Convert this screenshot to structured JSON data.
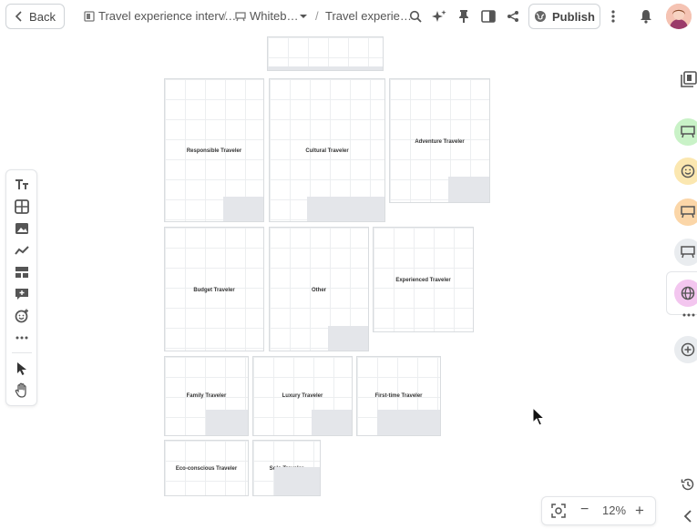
{
  "header": {
    "back_label": "Back",
    "crumb1": "Travel experience interv…",
    "crumb2": "Whiteb…",
    "crumb3": "Travel experie…",
    "separator": "/",
    "publish_label": "Publish"
  },
  "frames": [
    {
      "label": "Responsible Traveler"
    },
    {
      "label": "Cultural Traveler"
    },
    {
      "label": "Adventure Traveler"
    },
    {
      "label": "Budget Traveler"
    },
    {
      "label": "Other"
    },
    {
      "label": "Experienced Traveler"
    },
    {
      "label": "Family Traveler"
    },
    {
      "label": "Luxury Traveler"
    },
    {
      "label": "First-time Traveler"
    },
    {
      "label": "Eco-conscious Traveler"
    },
    {
      "label": "Solo Traveler"
    }
  ],
  "zoom": {
    "level": "12%",
    "minus": "−",
    "plus": "+"
  },
  "colors": {
    "accent_green": "#c9f2c7",
    "accent_yellow": "#fbe7b0",
    "accent_orange": "#fbd6a8",
    "accent_pink": "#f3c6ef",
    "neutral": "#e9ecef"
  }
}
